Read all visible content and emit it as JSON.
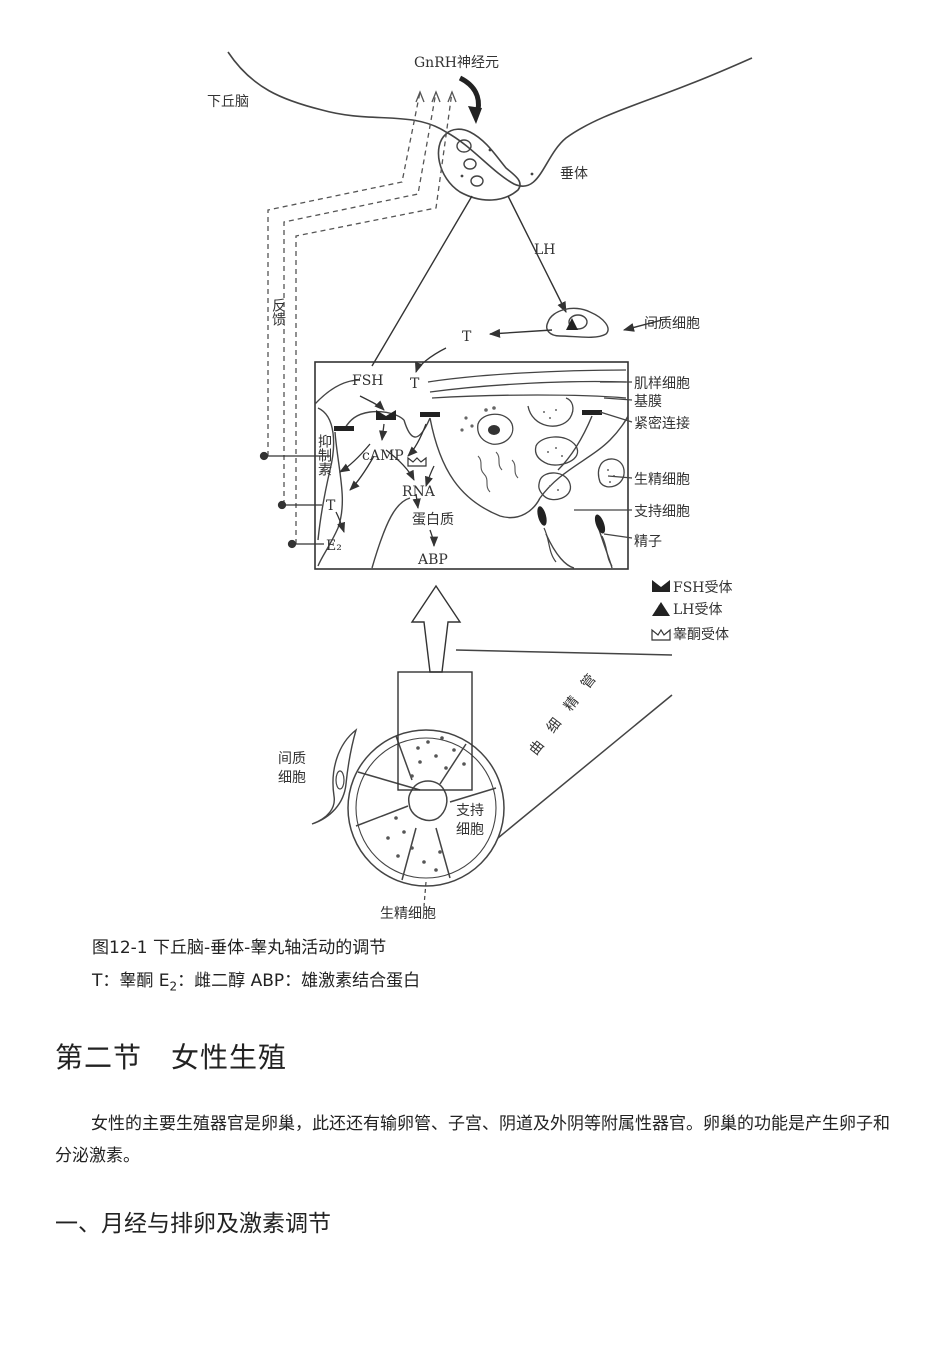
{
  "figure": {
    "labels": {
      "hypothalamus": "下丘脑",
      "gnrh_neuron": "GnRH神经元",
      "pituitary": "垂体",
      "lh": "LH",
      "feedback": "反馈",
      "leydig": "间质细胞",
      "t_top": "T",
      "fsh": "FSH",
      "t_inner": "T",
      "inhibin": "抑制素",
      "camp": "cAMP",
      "rna": "RNA",
      "protein": "蛋白质",
      "abp": "ABP",
      "t_out": "T",
      "e2": "E₂",
      "myoid": "肌样细胞",
      "basement": "基膜",
      "tight_junction": "紧密连接",
      "spermatogenic": "生精细胞",
      "sertoli": "支持细胞",
      "sperm": "精子",
      "seminiferous": "曲细精管",
      "leydig_bottom": "间质细胞",
      "sertoli_bottom": "支持细胞",
      "spermatogenic_bottom": "生精细胞"
    },
    "legend": [
      {
        "symbol": "fsh-receptor",
        "label": "FSH受体"
      },
      {
        "symbol": "lh-receptor",
        "label": "LH受体"
      },
      {
        "symbol": "testosterone-receptor",
        "label": "睾酮受体"
      }
    ]
  },
  "caption": {
    "line1": "图12-1 下丘脑-垂体-睾丸轴活动的调节",
    "line2_a": "T：睾酮 E",
    "line2_sub": "2",
    "line2_b": "：雌二醇 ABP：雄激素结合蛋白"
  },
  "section": {
    "title": "第二节　女性生殖",
    "paragraph": "女性的主要生殖器官是卵巢，此还还有输卵管、子宫、阴道及外阴等附属性器官。卵巢的功能是产生卵子和分泌激素。",
    "subsection": "一、月经与排卵及激素调节"
  }
}
